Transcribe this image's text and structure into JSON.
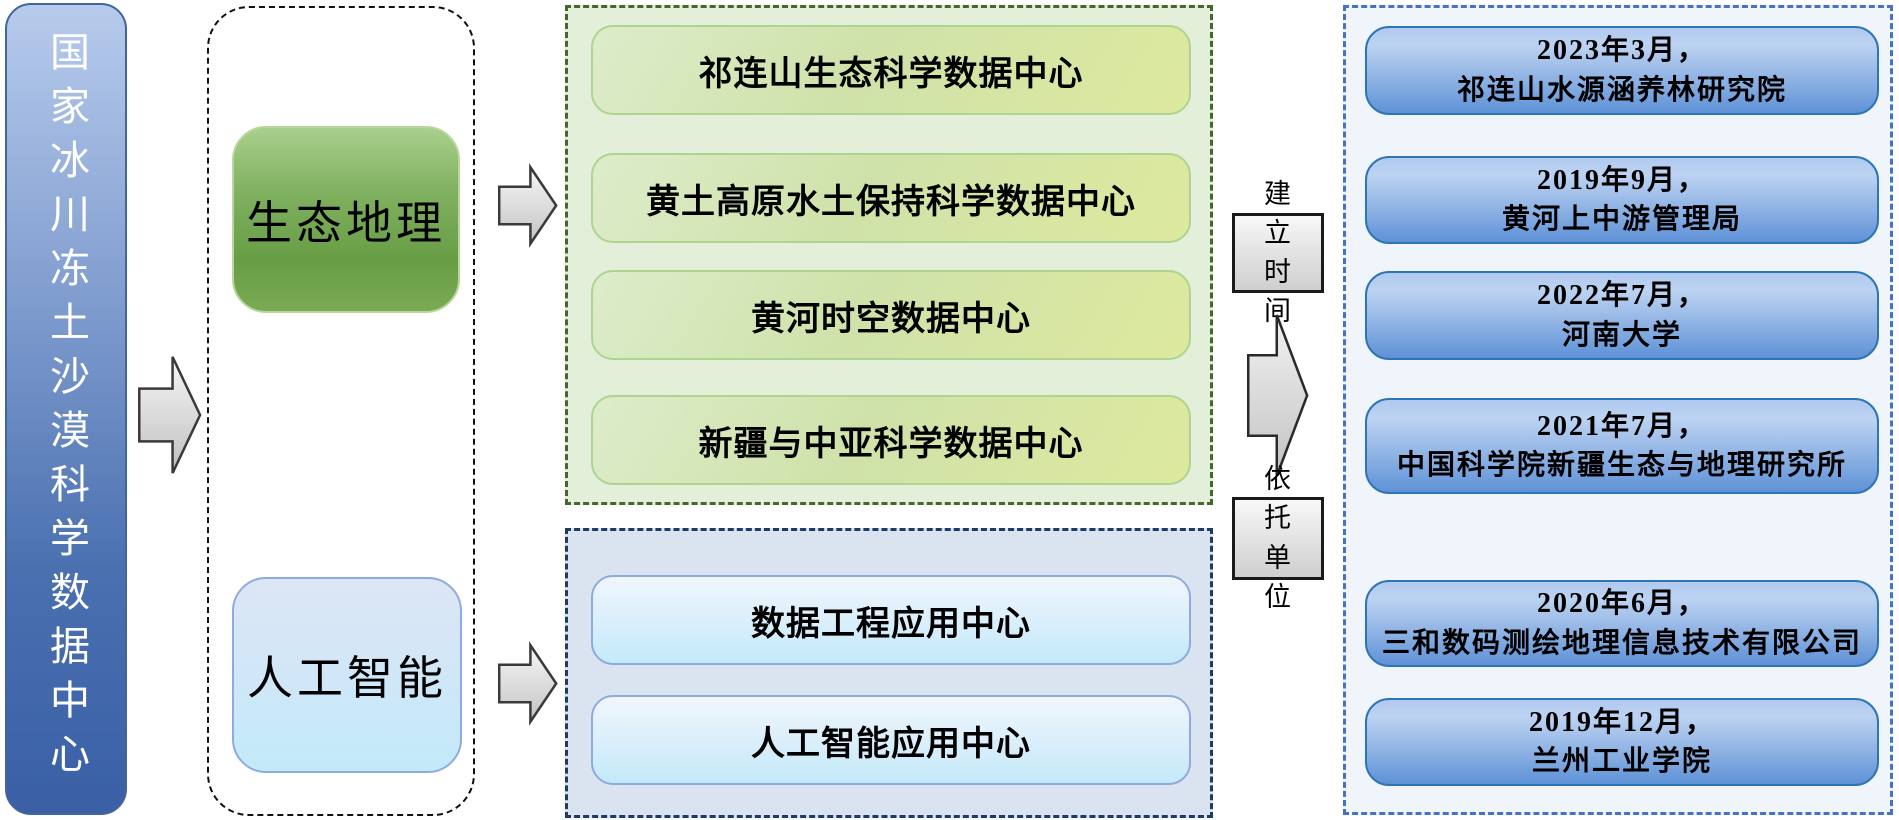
{
  "root": {
    "title": "国家冰川冻土沙漠科学数据中心"
  },
  "categories": [
    {
      "label": "生态地理"
    },
    {
      "label": "人工智能"
    }
  ],
  "eco_centers": [
    {
      "name": "祁连山生态科学数据中心"
    },
    {
      "name": "黄土高原水土保持科学数据中心"
    },
    {
      "name": "黄河时空数据中心"
    },
    {
      "name": "新疆与中亚科学数据中心"
    }
  ],
  "ai_centers": [
    {
      "name": "数据工程应用中心"
    },
    {
      "name": "人工智能应用中心"
    }
  ],
  "connector_labels": {
    "establish_time": "建立时间",
    "supporting_unit": "依托单位"
  },
  "institutions": [
    {
      "date": "2023年3月，",
      "org": "祁连山水源涵养林研究院"
    },
    {
      "date": "2019年9月，",
      "org": "黄河上中游管理局"
    },
    {
      "date": "2022年7月，",
      "org": "河南大学"
    },
    {
      "date": "2021年7月，",
      "org": "中国科学院新疆生态与地理研究所"
    },
    {
      "date": "2020年6月，",
      "org": "三和数码测绘地理信息技术有限公司"
    },
    {
      "date": "2019年12月，",
      "org": "兰州工业学院"
    }
  ],
  "colors": {
    "root_box_top": "#b7cbec",
    "root_box_bottom": "#3a5fa6",
    "eco_box": "#699d45",
    "ai_box": "#c3eafa",
    "green_container_bg": "#e3efd9",
    "green_container_border": "#44682c",
    "green_item_bg": "#d6e6ab",
    "blue_container_bg": "#dae3f0",
    "blue_container_border": "#203a66",
    "blue_item_bg": "#d9eefb",
    "right_container_bg": "#f0f5fb",
    "right_container_border": "#4472c4",
    "right_item_top": "#b0c9ee",
    "right_item_bottom": "#5e92d7",
    "right_item_border": "#2e75b6",
    "label_bg": "#e3e3e3",
    "arrow_fill": "#d9d9d9"
  }
}
